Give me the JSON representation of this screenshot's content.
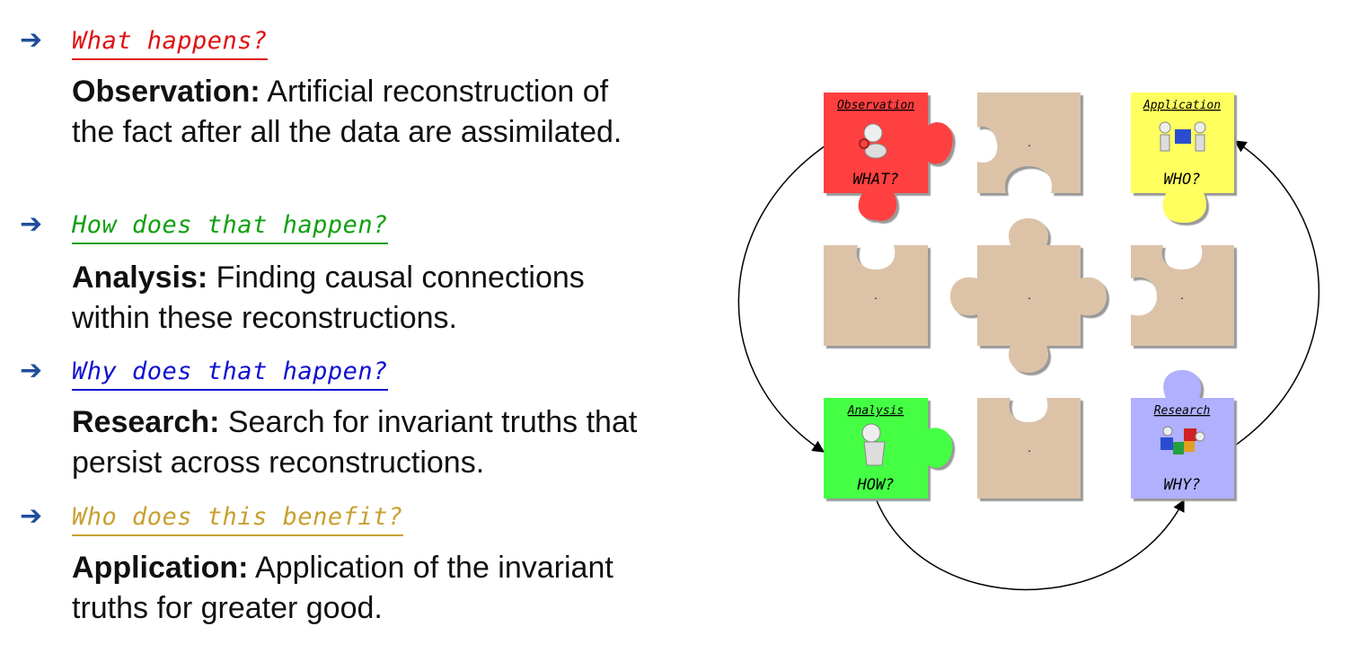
{
  "steps": [
    {
      "question": "What happens?",
      "term": "Observation:",
      "description": "Artificial reconstruction of the fact after all the data are assimilated.",
      "color": "#e01010"
    },
    {
      "question": "How does that happen?",
      "term": "Analysis:",
      "description": "Finding causal connections within these reconstructions.",
      "color": "#10a010"
    },
    {
      "question": "Why does that happen?",
      "term": "Research:",
      "description": "Search for invariant truths that persist across reconstructions.",
      "color": "#1010d0"
    },
    {
      "question": "Who does this benefit?",
      "term": "Application:",
      "description": "Application of the invariant truths for greater good.",
      "color": "#c8a030"
    }
  ],
  "puzzle": {
    "observation": {
      "title": "Observation",
      "label": "WHAT?",
      "color": "#ff4040"
    },
    "application": {
      "title": "Application",
      "label": "WHO?",
      "color": "#ffff60"
    },
    "analysis": {
      "title": "Analysis",
      "label": "HOW?",
      "color": "#44ff44"
    },
    "research": {
      "title": "Research",
      "label": "WHY?",
      "color": "#b0b0ff"
    },
    "blank_color": "#dcc3a8",
    "dot": "."
  }
}
